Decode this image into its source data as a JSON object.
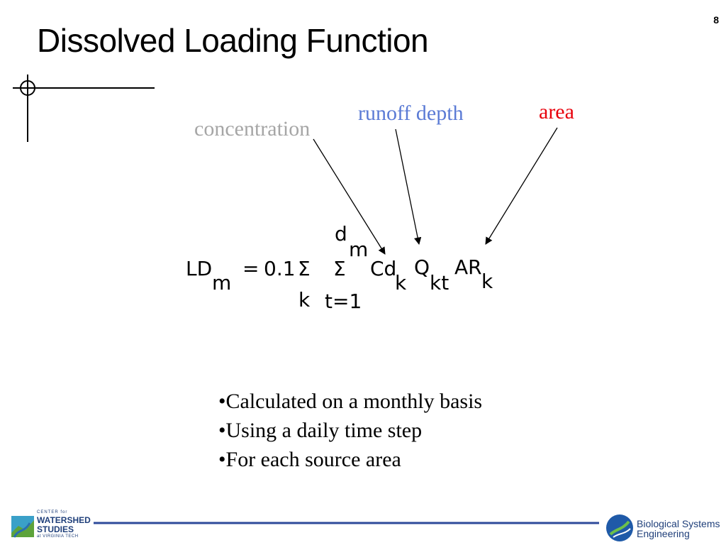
{
  "page": {
    "number": "8",
    "title": "Dissolved Loading Function"
  },
  "labels": {
    "concentration": {
      "text": "concentration",
      "color": "#a6a6a6"
    },
    "runoff": {
      "text": "runoff depth",
      "color": "#5b7bd5"
    },
    "area": {
      "text": "area",
      "color": "#e8000b"
    }
  },
  "equation": {
    "lhs": "LD",
    "lhs_sub": "m",
    "equals": "=",
    "coefficient": "0.1",
    "sum_symbol": "Σ",
    "outer_sum_sub": "k",
    "inner_sum_sup": "d",
    "inner_sum_sup_sub": "m",
    "inner_sum_sub": "t=1",
    "term1": "Cd",
    "term1_sub": "k",
    "term2": "Q",
    "term2_sub": "kt",
    "term3": "AR",
    "term3_sub": "k"
  },
  "bullets": [
    "•Calculated on a monthly basis",
    "•Using a daily time step",
    "•For each source area"
  ],
  "footer": {
    "left_logo": {
      "line1": "CENTER for",
      "line2": "WATERSHED",
      "line3": "STUDIES",
      "line4": "at VIRGINIA TECH"
    },
    "right_logo": {
      "line1": "Biological Systems",
      "line2": "Engineering"
    },
    "rule_color": "#2e4a9a"
  }
}
